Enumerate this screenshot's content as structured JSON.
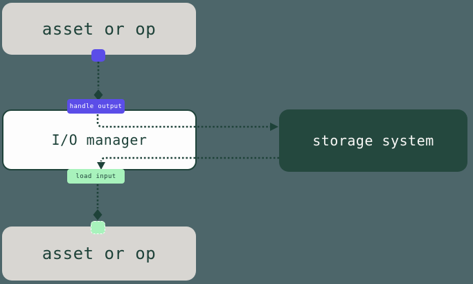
{
  "nodes": {
    "asset_top": {
      "label": "asset or op"
    },
    "io_manager": {
      "label": "I/O manager"
    },
    "storage": {
      "label": "storage system"
    },
    "asset_bottom": {
      "label": "asset or op"
    }
  },
  "edges": {
    "handle_output": {
      "label": "handle output"
    },
    "load_input": {
      "label": "load input"
    }
  },
  "colors": {
    "background": "#4d666a",
    "node_gray": "#d8d6d2",
    "node_white": "#fdfdfd",
    "node_dark_green": "#24483e",
    "ink_green": "#1e4239",
    "accent_purple": "#5b4de8",
    "accent_light_green": "#a8f2bc"
  }
}
